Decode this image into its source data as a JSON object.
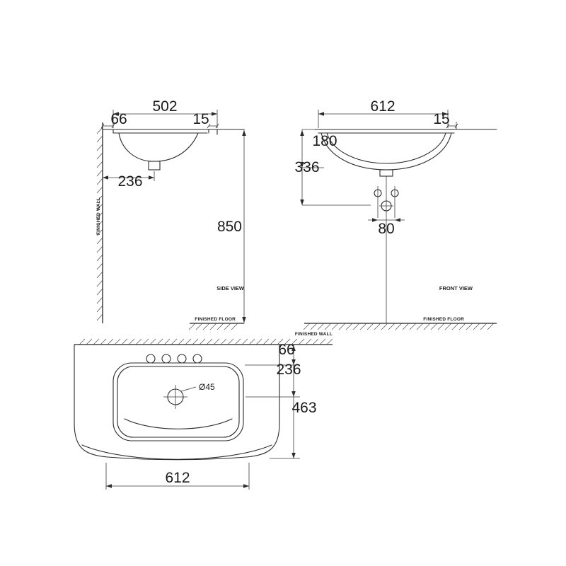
{
  "drawing": {
    "side_view": {
      "title": "SIDE VIEW",
      "wall_label": "FINISHED WALL",
      "floor_label": "FINISHED FLOOR",
      "dim_depth": "502",
      "dim_back_offset": "66",
      "dim_front_lip": "15",
      "dim_drain_from_wall": "236",
      "dim_rim_height": "850"
    },
    "front_view": {
      "title": "FRONT VIEW",
      "floor_label": "FINISHED FLOOR",
      "dim_width": "612",
      "dim_side_lip": "15",
      "dim_bowl_depth": "180",
      "dim_trap_height": "336",
      "dim_hole_spacing": "80"
    },
    "top_view": {
      "wall_label": "FINISHED WALL",
      "dim_back_gap": "66",
      "dim_drain_from_wall": "236",
      "dim_total_depth": "463",
      "dim_width": "612",
      "drain_diameter": "Ø45"
    }
  }
}
